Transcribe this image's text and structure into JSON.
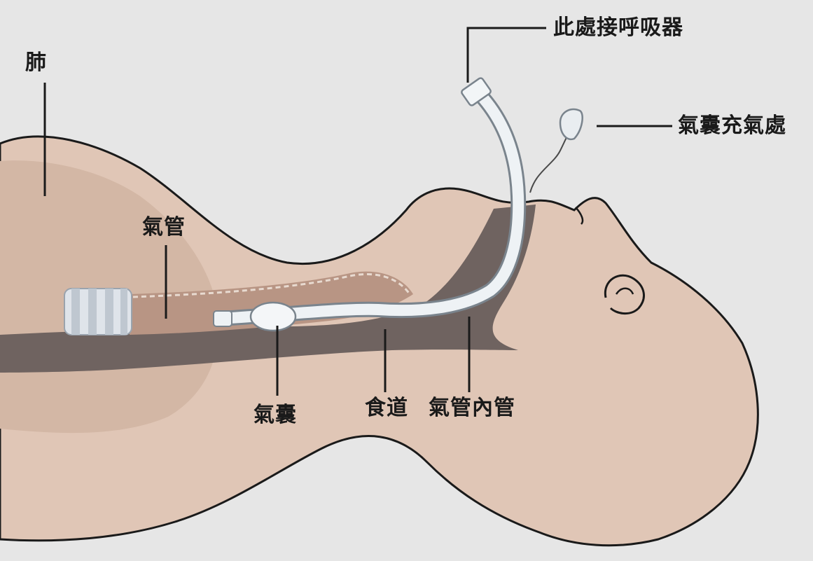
{
  "labels": {
    "lung": "肺",
    "trachea": "氣管",
    "cuff": "氣囊",
    "esophagus": "食道",
    "endotracheal_tube": "氣管內管",
    "ventilator_connection": "此處接呼吸器",
    "cuff_inflation_port": "氣囊充氣處"
  },
  "colors": {
    "background": "#e6e6e6",
    "skin": "#e0c6b6",
    "lung_shade": "#d3b7a5",
    "airway_dark": "#6f6360",
    "trachea": "#b89584",
    "tube": "#e8edf0",
    "outline": "#1a1a1a"
  }
}
